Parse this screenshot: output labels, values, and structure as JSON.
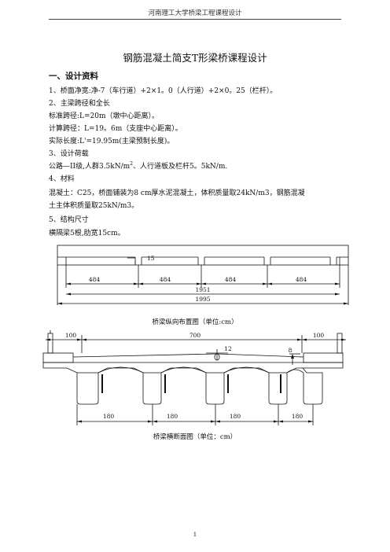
{
  "header": "河南理工大学桥梁工程课程设计",
  "title": "钢筋混凝土简支T形梁桥课程设计",
  "section1": "一、设计资料",
  "lines": {
    "l1": "1、桥面净宽:净-7（车行道）+2×1。0（人行道）+2×0。25（栏杆）。",
    "l2": "2、主梁跨径和全长",
    "l3": "标准跨径:L=20m（墩中心距离）。",
    "l4": "计算跨径：L=19。6m（支座中心距离）。",
    "l5": "实际长度:L'=19.95m(主梁预制长度)。",
    "l6": "3、设计荷载",
    "l7a": "公路—II级,人群3.5kN/m",
    "l7sup": "2",
    "l7b": "、人行道板及栏杆5。5kN/m.",
    "l8": "4、材料",
    "l9": "混凝土：C25，桥面铺装为8 cm厚水泥混凝土，体积质量取24kN/m3，钢筋混凝",
    "l10": "土主体积质量取25kN/m3。",
    "l11": "5、结构尺寸",
    "l12": "横隔梁5根,肋宽15cm。"
  },
  "fig1": {
    "label_15": "15",
    "spans": [
      "484",
      "484",
      "484",
      "484"
    ],
    "dim_1951": "1951",
    "dim_1995": "1995",
    "caption": "桥梁纵向布置图（单位:cm）"
  },
  "fig2": {
    "dim_left": "100",
    "dim_mid": "700",
    "dim_right": "100",
    "label_12": "12",
    "label_8": "8",
    "spans": [
      "180",
      "180",
      "180",
      "180"
    ],
    "caption": "桥梁横断面图（单位：cm）"
  },
  "page_number": "1"
}
